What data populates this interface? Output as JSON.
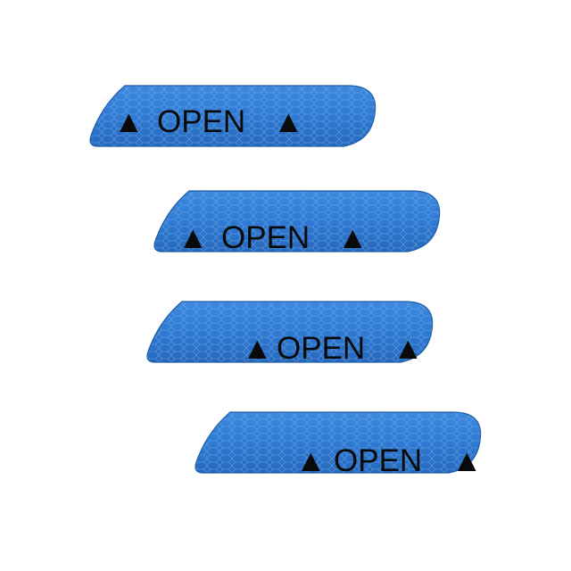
{
  "product_photo": {
    "background_color": "#ffffff",
    "sticker_color": "#2f7ad3",
    "sticker_texture": "honeycomb reflective",
    "stickers": [
      {
        "label": "OPEN",
        "left_symbol": "▲",
        "right_symbol": "▲"
      },
      {
        "label": "OPEN",
        "left_symbol": "▲",
        "right_symbol": "▲"
      },
      {
        "label": "OPEN",
        "left_symbol": "▲",
        "right_symbol": "▲"
      },
      {
        "label": "OPEN",
        "left_symbol": "▲",
        "right_symbol": "▲"
      }
    ]
  }
}
